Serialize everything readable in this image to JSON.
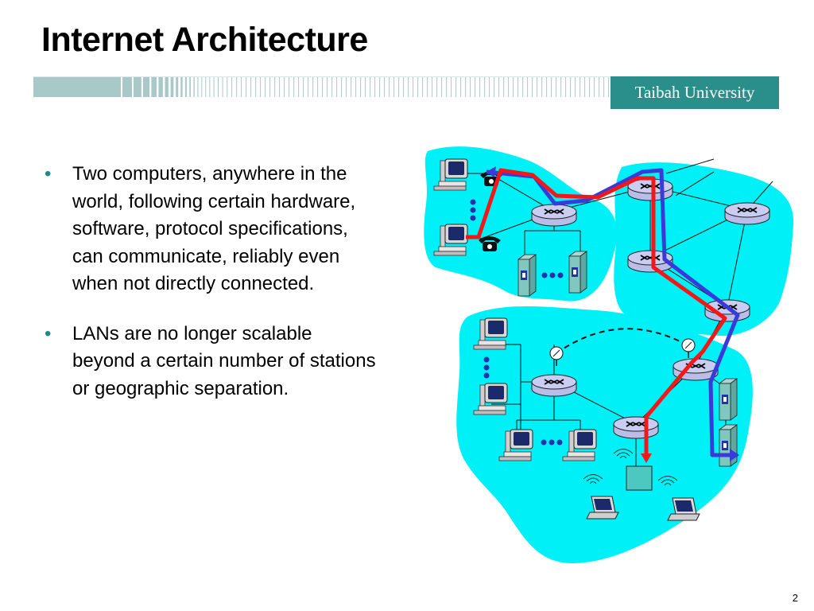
{
  "slide": {
    "title": "Internet Architecture",
    "university": "Taibah University",
    "page_number": "2"
  },
  "bullets": [
    "Two computers, anywhere in the world, following certain hardware, software, protocol specifications, can communicate, reliably even when not directly connected.",
    "LANs are no longer scalable beyond a certain number of stations or geographic separation."
  ],
  "colors": {
    "accent": "#2a8f8a",
    "network_region": "#00f0f8",
    "path_red": "#f01818",
    "path_blue": "#3a3ad8"
  },
  "diagram_icons": [
    "router-icon",
    "computer-icon",
    "telephone-icon",
    "server-icon",
    "laptop-icon",
    "satellite-dish-icon",
    "wireless-access-point-icon"
  ]
}
